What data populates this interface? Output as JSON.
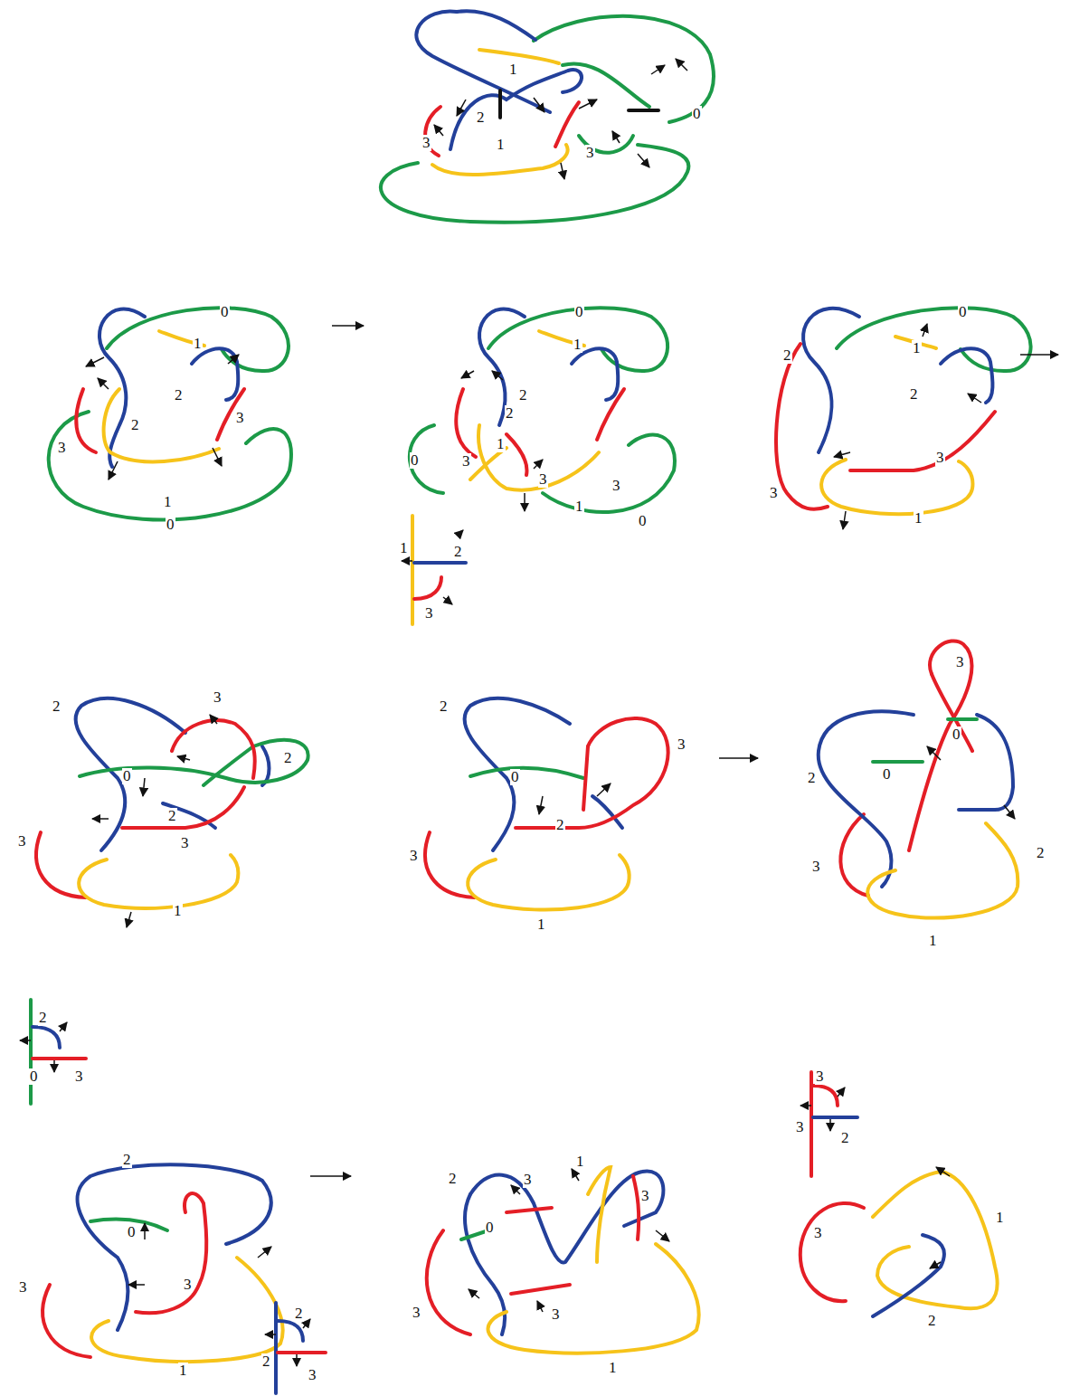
{
  "diagram": {
    "labels": [
      "1",
      "2",
      "3",
      "3",
      "1",
      "0",
      "0",
      "1",
      "2",
      "2",
      "3",
      "3",
      "1",
      "0",
      "0",
      "1",
      "2",
      "2",
      "1",
      "0",
      "3",
      "3",
      "3",
      "1",
      "0",
      "1",
      "2",
      "3",
      "0",
      "1",
      "2",
      "2",
      "3",
      "3",
      "1",
      "2",
      "3",
      "0",
      "2",
      "2",
      "3",
      "3",
      "1",
      "2",
      "0",
      "3",
      "2",
      "0",
      "3",
      "2",
      "3",
      "1",
      "3",
      "2",
      "0",
      "0",
      "2",
      "3",
      "1",
      "3",
      "3",
      "2",
      "2",
      "0",
      "3",
      "3",
      "1",
      "2",
      "2",
      "3",
      "2",
      "1",
      "3",
      "3",
      "0",
      "3",
      "3",
      "1",
      "3",
      "1",
      "2"
    ]
  }
}
